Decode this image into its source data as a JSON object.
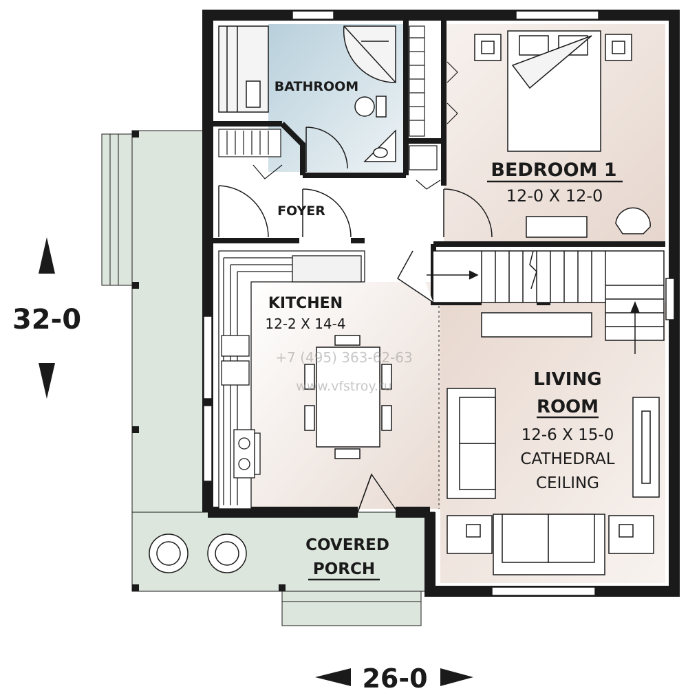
{
  "rooms": {
    "bathroom": {
      "name": "BATHROOM"
    },
    "bedroom1": {
      "name": "BEDROOM 1",
      "size": "12-0 X 12-0"
    },
    "foyer": {
      "name": "FOYER"
    },
    "kitchen": {
      "name": "KITCHEN",
      "size": "12-2 X 14-4"
    },
    "living": {
      "name_line1": "LIVING",
      "name_line2": "ROOM",
      "size": "12-6 X 15-0",
      "note_line1": "CATHEDRAL",
      "note_line2": "CEILING"
    },
    "porch": {
      "name_line1": "COVERED",
      "name_line2": "PORCH"
    }
  },
  "overall_dimensions": {
    "depth": "32-0",
    "width": "26-0"
  },
  "watermark": {
    "phone": "+7 (495) 363-62-63",
    "site": "www.vfstroy.ru"
  },
  "colors": {
    "wall": "#1a1a1a",
    "bathroom_fill": "#c9dbe3",
    "bedroom_fill": "#ecdfd8",
    "living_fill": "#ecdfd8",
    "porch_fill": "#dde6dd"
  }
}
